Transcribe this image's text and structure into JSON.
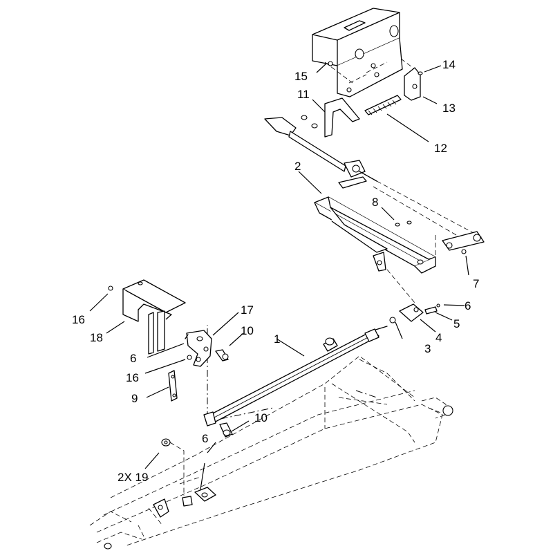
{
  "callouts": {
    "c1": "1",
    "c2": "2",
    "c3": "3",
    "c4": "4",
    "c5": "5",
    "c6a": "6",
    "c6b": "6",
    "c6c": "6",
    "c7": "7",
    "c8": "8",
    "c9": "9",
    "c10a": "10",
    "c10b": "10",
    "c11": "11",
    "c12": "12",
    "c13": "13",
    "c14": "14",
    "c15": "15",
    "c16a": "16",
    "c16b": "16",
    "c17": "17",
    "c18": "18",
    "c19": "2X 19"
  }
}
